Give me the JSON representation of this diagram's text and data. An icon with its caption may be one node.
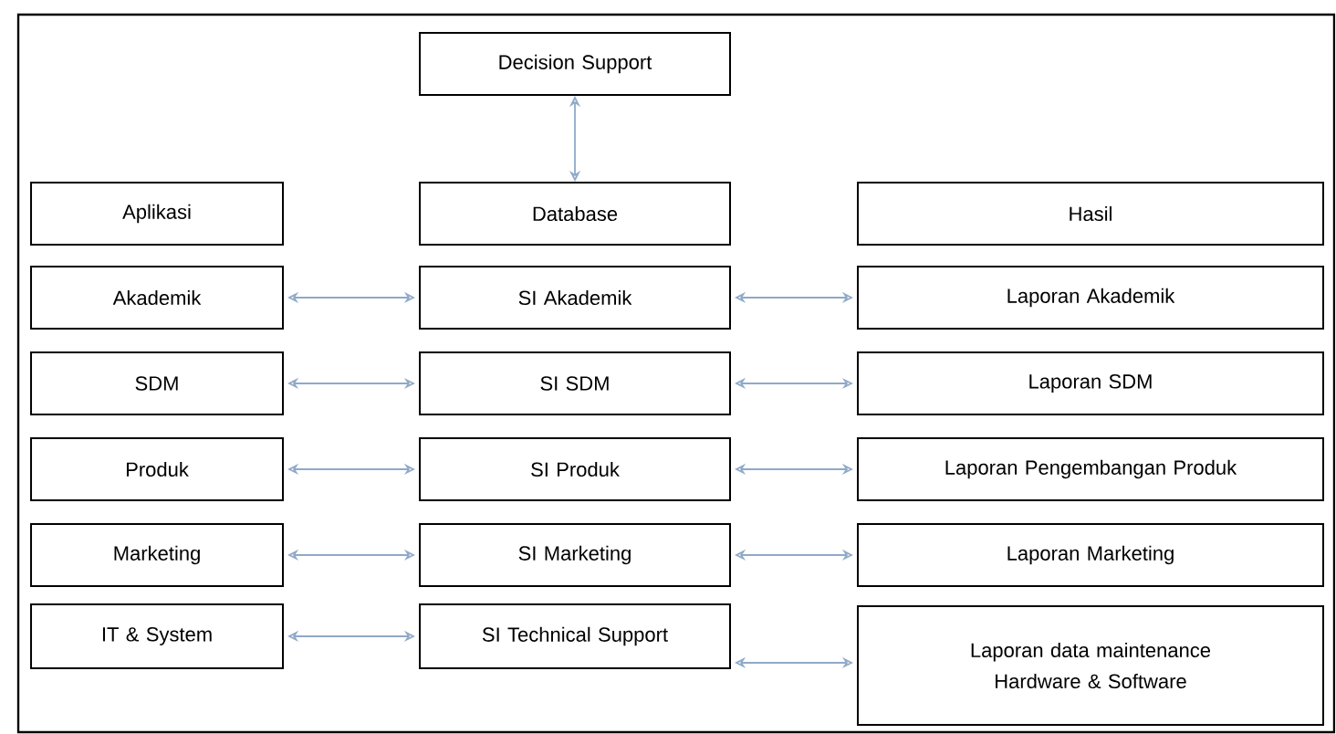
{
  "diagram": {
    "nodes": [
      {
        "text": [
          "Decision Support"
        ]
      },
      {
        "text": [
          "Aplikasi"
        ]
      },
      {
        "text": [
          "Database"
        ]
      },
      {
        "text": [
          "Hasil"
        ]
      },
      {
        "text": [
          "Akademik"
        ]
      },
      {
        "text": [
          "SI Akademik"
        ]
      },
      {
        "text": [
          "Laporan Akademik"
        ]
      },
      {
        "text": [
          "SDM"
        ]
      },
      {
        "text": [
          "SI SDM"
        ]
      },
      {
        "text": [
          "Laporan SDM"
        ]
      },
      {
        "text": [
          "Produk"
        ]
      },
      {
        "text": [
          "SI Produk"
        ]
      },
      {
        "text": [
          "Laporan Pengembangan Produk"
        ]
      },
      {
        "text": [
          "Marketing"
        ]
      },
      {
        "text": [
          "SI Marketing"
        ]
      },
      {
        "text": [
          "Laporan Marketing"
        ]
      },
      {
        "text": [
          "IT & System"
        ]
      },
      {
        "text": [
          "SI Technical Support"
        ]
      },
      {
        "text": [
          "Laporan data maintenance Hardware & Software"
        ]
      }
    ],
    "edges": [
      {
        "from": 0,
        "to": 2,
        "arrow": "both"
      },
      {
        "from": 4,
        "to": 5,
        "arrow": "both"
      },
      {
        "from": 5,
        "to": 6,
        "arrow": "both"
      },
      {
        "from": 7,
        "to": 8,
        "arrow": "both"
      },
      {
        "from": 8,
        "to": 9,
        "arrow": "both"
      },
      {
        "from": 10,
        "to": 11,
        "arrow": "both"
      },
      {
        "from": 11,
        "to": 12,
        "arrow": "both"
      },
      {
        "from": 13,
        "to": 14,
        "arrow": "both"
      },
      {
        "from": 14,
        "to": 15,
        "arrow": "both"
      },
      {
        "from": 16,
        "to": 17,
        "arrow": "both"
      },
      {
        "from": 17,
        "to": 18,
        "arrow": "both"
      }
    ]
  }
}
